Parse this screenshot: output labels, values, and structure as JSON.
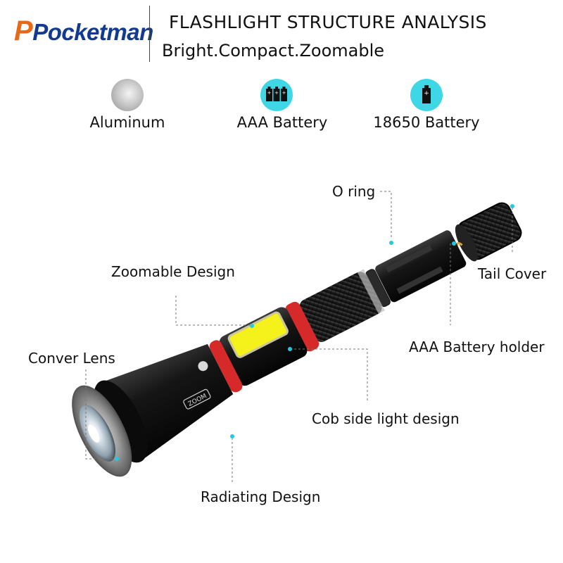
{
  "brand": {
    "logo_text": "Pocketman",
    "accent_color": "#123a91",
    "logo_p_color": "#e8681a"
  },
  "header": {
    "title": "FLASHLIGHT STRUCTURE ANALYSIS",
    "subtitle": "Bright.Compact.Zoomable"
  },
  "features": [
    {
      "label": "Aluminum",
      "icon": "aluminum-disc-icon"
    },
    {
      "label": "AAA Battery",
      "icon": "aaa-battery-icon"
    },
    {
      "label": "18650 Battery",
      "icon": "18650-battery-icon"
    }
  ],
  "callouts": {
    "o_ring": "O ring",
    "zoomable_design": "Zoomable Design",
    "tail_cover": "Tail Cover",
    "conver_lens": "Conver Lens",
    "aaa_battery_holder": "AAA Battery holder",
    "cob_side_light": "Cob side light design",
    "radiating_design": "Radiating Design"
  },
  "product_markings": {
    "zoom_badge": "ZOOM"
  },
  "colors": {
    "leader_dot": "#23c9df",
    "icon_bg": "#3fd7e6",
    "cob_panel": "#f4f21a",
    "red_ring": "#d62a2a"
  }
}
